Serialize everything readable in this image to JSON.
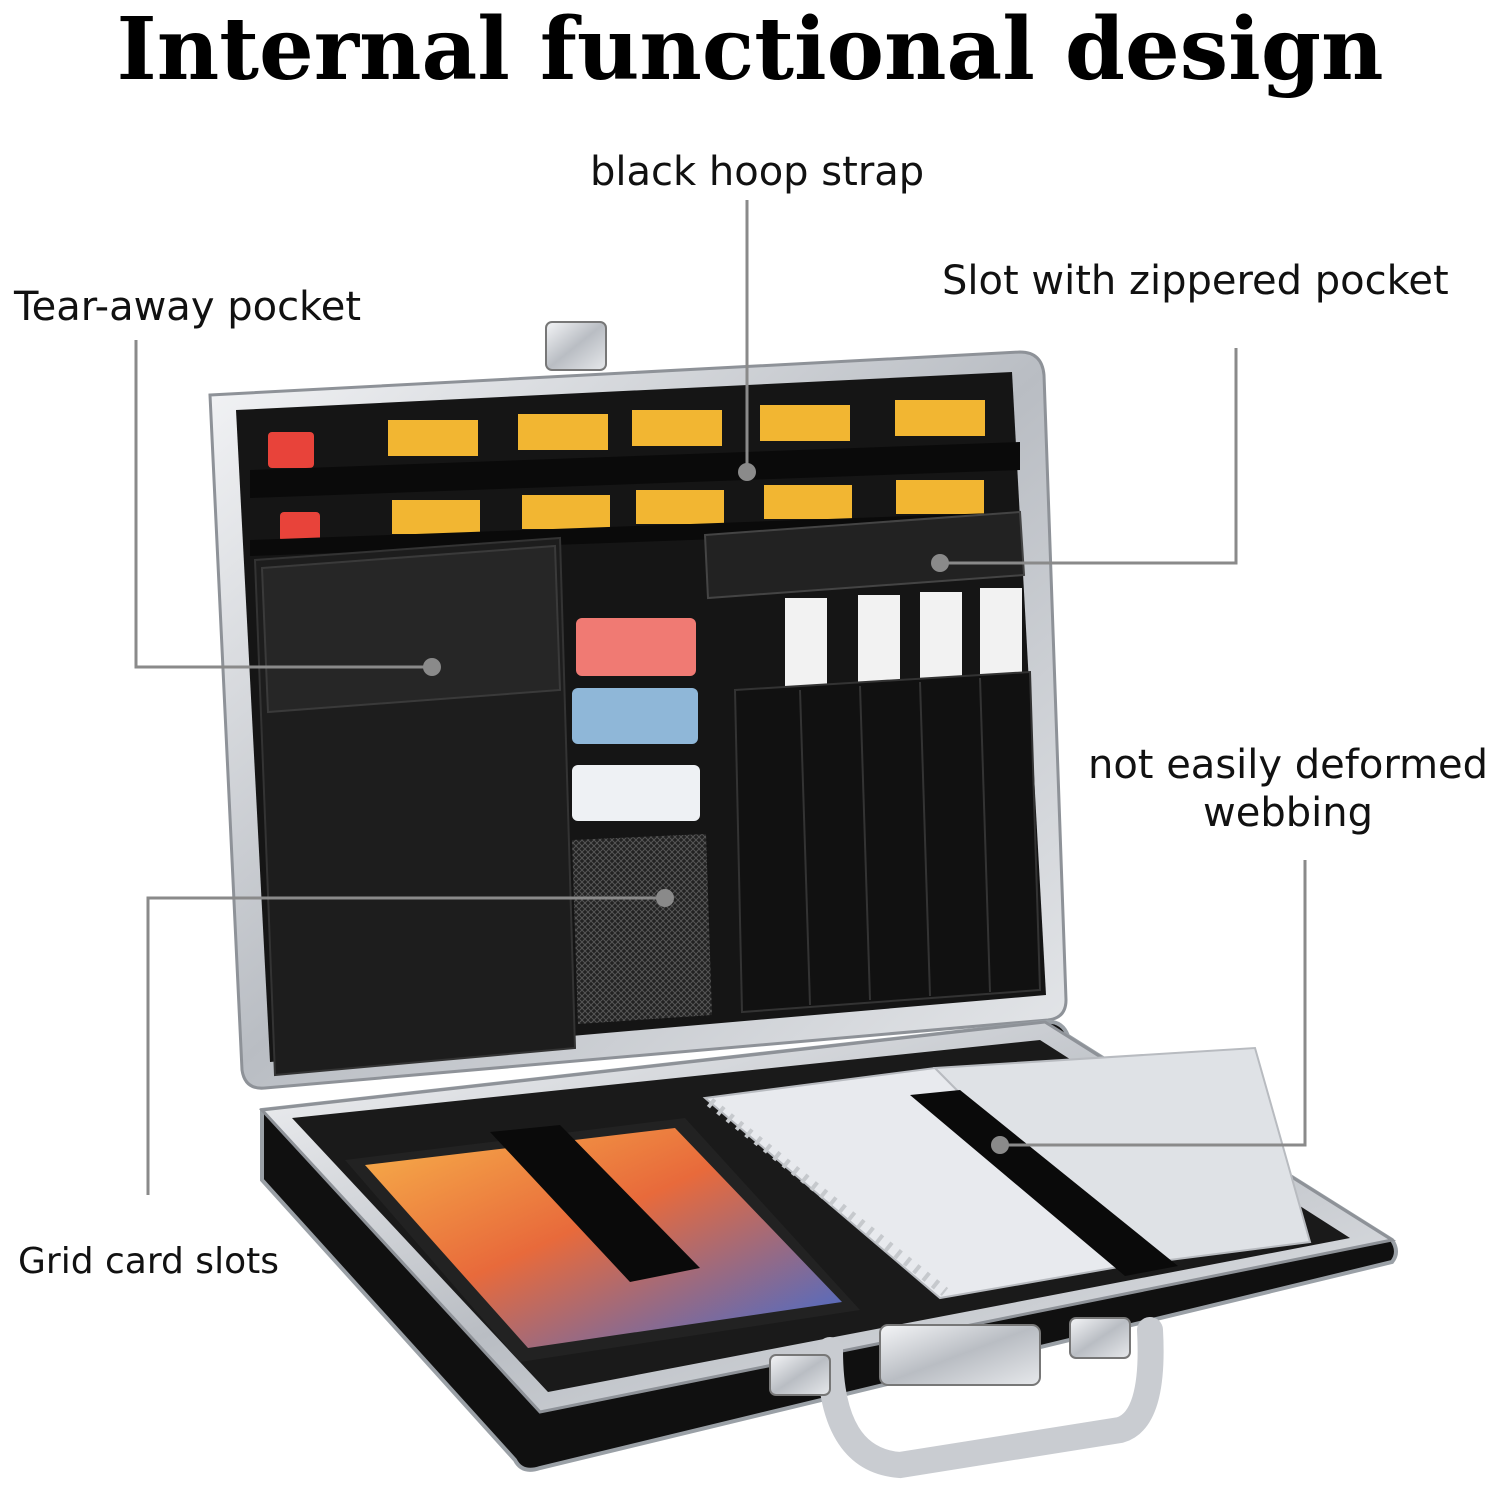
{
  "page": {
    "title": "Internal functional design",
    "background": "#ffffff"
  },
  "callouts": {
    "black_hoop_strap": "black hoop strap",
    "tear_away_pocket": "Tear-away pocket",
    "slot_with_zippered_pocket": "Slot with zippered pocket",
    "not_easily_deformed_line1": "not easily deformed",
    "not_easily_deformed_line2": "webbing",
    "grid_card_slots": "Grid card slots"
  },
  "colors": {
    "leader_line": "#8a8a8a",
    "case_frame": "#cfd2d6",
    "case_shell": "#111111",
    "lining": "#1a1a1a",
    "sd_card": "#f2b632",
    "accent_red": "#e8433a"
  }
}
